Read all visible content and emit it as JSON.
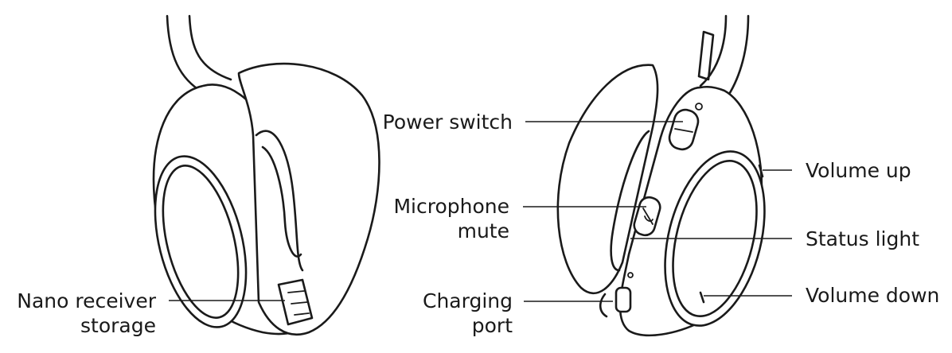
{
  "labels": {
    "nano_receiver": [
      "Nano receiver",
      "storage"
    ],
    "power_switch": "Power switch",
    "microphone_mute": [
      "Microphone",
      "mute"
    ],
    "charging_port": [
      "Charging",
      "port"
    ],
    "volume_up": "Volume up",
    "status_light": "Status light",
    "volume_down": "Volume down"
  }
}
